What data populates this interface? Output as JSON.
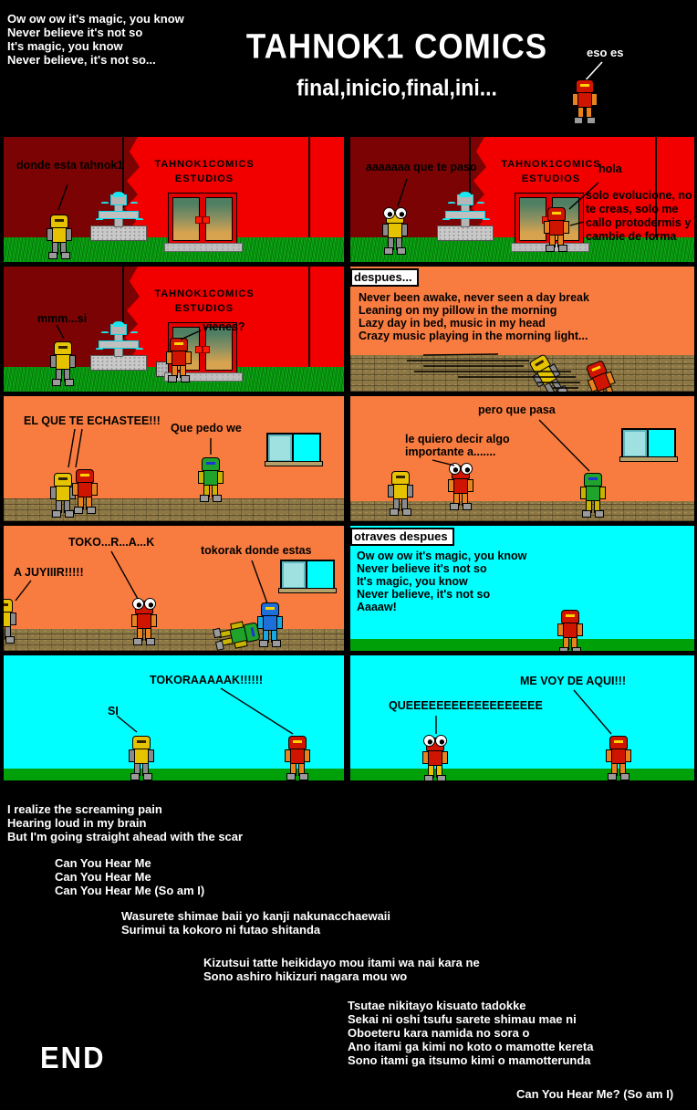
{
  "header": {
    "lyrics": [
      "Ow ow ow it's magic, you know",
      "Never believe it's not so",
      "It's magic, you know",
      "Never believe, it's not so..."
    ],
    "title": "TAHNOK1 COMICS",
    "subtitle": "final,inicio,final,ini...",
    "caption": "eso es"
  },
  "studio_sign": {
    "line1": "TAHNOK1COMICS",
    "line2": "ESTUDIOS"
  },
  "panels": {
    "p1": {
      "speech1": "donde esta tahnok1"
    },
    "p2": {
      "speech1": "aaaaaaa que te paso",
      "speech2": "hola",
      "speech3": [
        "solo evolucione, no",
        "te creas, solo me",
        "callo protodermis y",
        "cambie de forma"
      ]
    },
    "p3": {
      "speech1": "mmm...si",
      "speech2": "vienes?"
    },
    "p4": {
      "label": "despues...",
      "lyrics": [
        "Never been awake, never seen a day break",
        "Leaning on my pillow in the morning",
        "Lazy day in bed, music in my head",
        "Crazy music playing in the morning light..."
      ]
    },
    "p5": {
      "speech1": "EL QUE TE ECHASTEE!!!",
      "speech2": "Que pedo we"
    },
    "p6": {
      "speech1": "pero que pasa",
      "speech2": [
        "le quiero decir algo",
        "importante a......."
      ]
    },
    "p7": {
      "speech1": "TOKO...R...A...K",
      "speech2": "tokorak donde estas",
      "speech3": "A JUYIIIR!!!!!"
    },
    "p8": {
      "label": "otraves despues",
      "lyrics": [
        "Ow ow ow it's magic, you know",
        "Never believe it's not so",
        "It's magic, you know",
        "Never believe, it's not so",
        "Aaaaw!"
      ]
    },
    "p9": {
      "speech1": "TOKORAAAAAK!!!!!!",
      "speech2": "SI"
    },
    "p10": {
      "speech1": "ME VOY DE AQUI!!!",
      "speech2": "QUEEEEEEEEEEEEEEEEEE"
    }
  },
  "footer": {
    "verse1": [
      "I realize the screaming pain",
      "Hearing loud in my brain",
      "But I'm going straight ahead with the scar"
    ],
    "chorus": [
      "Can You Hear Me",
      "Can You Hear Me",
      "Can You Hear Me (So am I)"
    ],
    "verse2": [
      "Wasurete shimae baii yo kanji nakunacchaewaii",
      "Surimui ta kokoro ni futao shitanda"
    ],
    "verse3": [
      "Kizutsui tatte heikidayo mou itami wa nai kara ne",
      "Sono ashiro hikizuri nagara mou wo"
    ],
    "verse4": [
      "Tsutae nikitayo kisuato tadokke",
      "Sekai ni oshi tsufu sarete shimau mae ni",
      "Oboeteru kara namida no sora o",
      "Ano itami ga kimi no koto o mamotte kereta",
      "Sono itami ga itsumo kimi o mamotterunda"
    ],
    "end_label": "END",
    "outro": "Can You Hear Me? (So am I)"
  },
  "colors": {
    "page_bg": "#000000",
    "studio_dark_red": "#7c0303",
    "studio_red": "#f20000",
    "grass_green": "#009408",
    "room_orange": "#f87c40",
    "floor_brown": "#8d7845",
    "sky_cyan": "#00ffff",
    "water_cyan": "#19e8f0",
    "door_frame_red": "#e00000",
    "bot_yellow": "#e6c300",
    "bot_red": "#cf1500",
    "bot_green": "#1fa32a",
    "bot_blue": "#1e6fd8",
    "text_white": "#ffffff",
    "text_black": "#000000"
  }
}
